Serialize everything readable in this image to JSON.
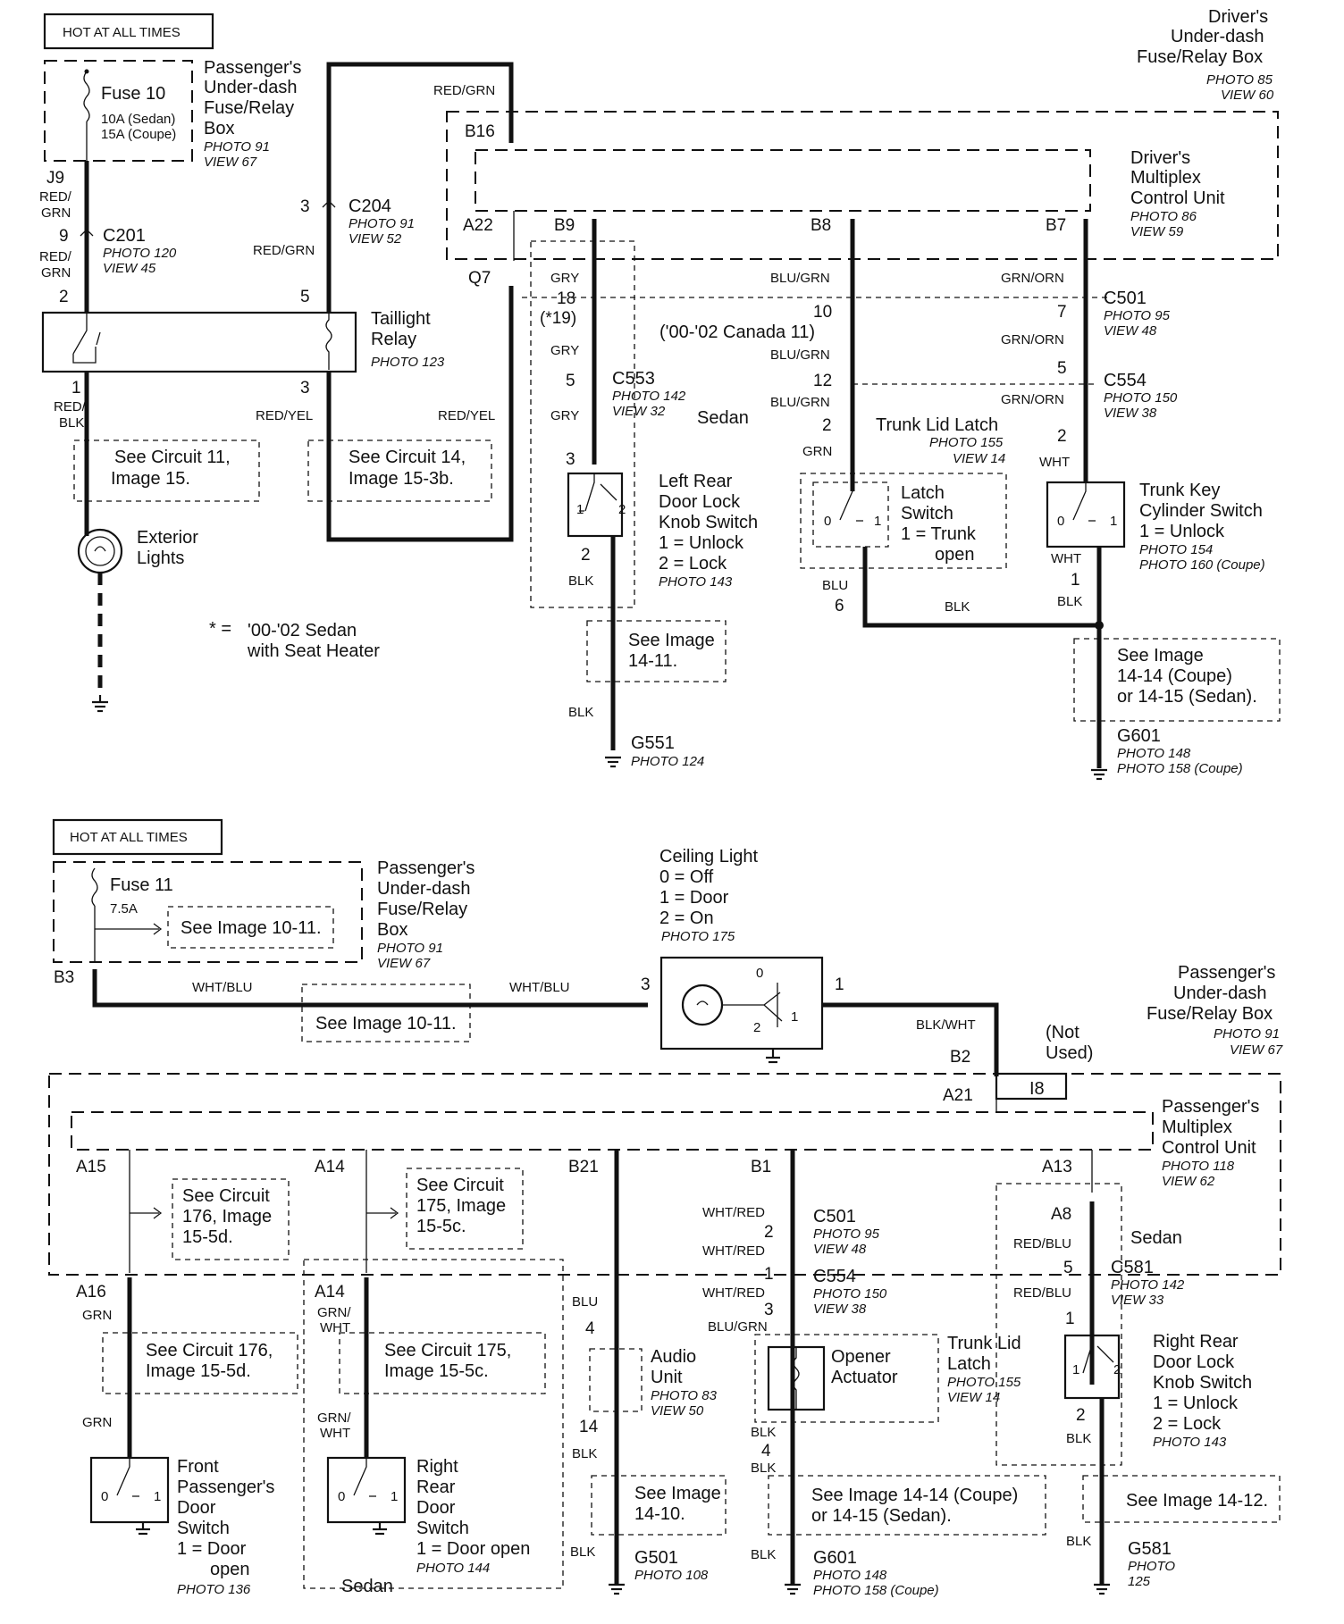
{
  "top": {
    "hot": "HOT AT ALL TIMES",
    "fuse": "Fuse 10",
    "fuse_rating1": "10A (Sedan)",
    "fuse_rating2": "15A (Coupe)",
    "pbox": [
      "Passenger's",
      "Under-dash",
      "Fuse/Relay",
      "Box"
    ],
    "pbox_photo": [
      "PHOTO 91",
      "VIEW 67"
    ],
    "dbox": [
      "Driver's",
      "Under-dash",
      "Fuse/Relay Box"
    ],
    "dbox_photo": [
      "PHOTO 85",
      "VIEW 60"
    ],
    "mcu": [
      "Driver's",
      "Multiplex",
      "Control Unit"
    ],
    "mcu_photo": [
      "PHOTO 86",
      "VIEW 59"
    ],
    "pins": {
      "j9": "J9",
      "nine": "9",
      "two": "2",
      "one": "1",
      "three": "3",
      "five": "5",
      "three_b": "3",
      "b16": "B16",
      "a22": "A22",
      "q7": "Q7",
      "b9": "B9",
      "b8": "B8",
      "b7": "B7"
    },
    "wires": {
      "red_grn_a": "RED/",
      "red_grn_b": "GRN",
      "red_grn": "RED/GRN",
      "red_blk_a": "RED/",
      "red_blk_b": "BLK",
      "red_yel": "RED/YEL",
      "gry": "GRY",
      "blu_grn": "BLU/GRN",
      "grn_orn": "GRN/ORN",
      "grn": "GRN",
      "wht": "WHT",
      "blk": "BLK",
      "blu": "BLU"
    },
    "c201": "C201",
    "c201_photo": [
      "PHOTO 120",
      "VIEW 45"
    ],
    "c204": "C204",
    "c204_photo": [
      "PHOTO 91",
      "VIEW 52"
    ],
    "relay": [
      "Taillight",
      "Relay"
    ],
    "relay_photo": "PHOTO 123",
    "see11": [
      "See Circuit 11,",
      "Image 15."
    ],
    "see14": [
      "See Circuit 14,",
      "Image 15-3b."
    ],
    "ext": [
      "Exterior",
      "Lights"
    ],
    "note_star": "* =",
    "note": [
      "'00-'02 Sedan",
      "with Seat Heater"
    ],
    "c553_pins": {
      "p18": "18",
      "p19": "(*19)",
      "p5": "5",
      "p3": "3",
      "p2": "2"
    },
    "c553": "C553",
    "c553_photo": [
      "PHOTO 142",
      "VIEW 32"
    ],
    "canada": "('00-'02 Canada 11)",
    "sedan": "Sedan",
    "lrdl": [
      "Left Rear",
      "Door Lock",
      "Knob Switch",
      "1 = Unlock",
      "2 = Lock"
    ],
    "lrdl_photo": "PHOTO 143",
    "see1411": [
      "See Image",
      "14-11."
    ],
    "g551": "G551",
    "g551_photo": "PHOTO 124",
    "c501_pins": {
      "p10": "10",
      "p7": "7",
      "p12": "12",
      "p5": "5",
      "p2": "2",
      "p2b": "2",
      "p6": "6",
      "p1": "1"
    },
    "c501": "C501",
    "c501_photo": [
      "PHOTO 95",
      "VIEW 48"
    ],
    "c554": "C554",
    "c554_photo": [
      "PHOTO 150",
      "VIEW 38"
    ],
    "tll": "Trunk Lid Latch",
    "tll_photo": [
      "PHOTO 155",
      "VIEW 14"
    ],
    "latch": [
      "Latch",
      "Switch",
      "1 = Trunk",
      "open"
    ],
    "tkc": [
      "Trunk Key",
      "Cylinder Switch",
      "1 = Unlock"
    ],
    "tkc_photo": [
      "PHOTO 154",
      "PHOTO 160 (Coupe)"
    ],
    "see1414": [
      "See Image",
      "14-14 (Coupe)",
      "or 14-15 (Sedan)."
    ],
    "g601": "G601",
    "g601_photo": [
      "PHOTO 148",
      "PHOTO 158 (Coupe)"
    ]
  },
  "bottom": {
    "hot": "HOT AT ALL TIMES",
    "fuse": "Fuse 11",
    "fuse_rating": "7.5A",
    "see1011a": "See Image 10-11.",
    "pbox": [
      "Passenger's",
      "Under-dash",
      "Fuse/Relay",
      "Box"
    ],
    "pbox_photo": [
      "PHOTO 91",
      "VIEW 67"
    ],
    "b3": "B3",
    "wht_blu": "WHT/BLU",
    "see1011b": "See Image 10-11.",
    "ceiling": [
      "Ceiling Light",
      "0 = Off",
      "1 = Door",
      "2 = On"
    ],
    "ceiling_photo": "PHOTO 175",
    "pbox2": [
      "Passenger's",
      "Under-dash",
      "Fuse/Relay Box"
    ],
    "pbox2_photo": [
      "PHOTO 91",
      "VIEW 67"
    ],
    "blk_wht": "BLK/WHT",
    "not_used": [
      "(Not",
      "Used)"
    ],
    "i8": "I8",
    "pins": {
      "p3": "3",
      "p1": "1",
      "b2": "B2",
      "a21": "A21",
      "a15": "A15",
      "a14": "A14",
      "b21": "B21",
      "b1": "B1",
      "a13": "A13",
      "a16": "A16",
      "a14b": "A14",
      "a8": "A8"
    },
    "pmcu": [
      "Passenger's",
      "Multiplex",
      "Control Unit"
    ],
    "pmcu_photo": [
      "PHOTO 118",
      "VIEW 62"
    ],
    "see176": [
      "See Circuit",
      "176, Image",
      "15-5d."
    ],
    "see175": [
      "See Circuit",
      "175, Image",
      "15-5c."
    ],
    "see176b": [
      "See Circuit 176,",
      "Image 15-5d."
    ],
    "see175b": [
      "See Circuit 175,",
      "Image 15-5c."
    ],
    "wires": {
      "grn": "GRN",
      "grn_wht_a": "GRN/",
      "grn_wht_b": "WHT",
      "blu": "BLU",
      "blk": "BLK",
      "wht_red": "WHT/RED",
      "blu_grn": "BLU/GRN",
      "red_blu": "RED/BLU"
    },
    "fpds": [
      "Front",
      "Passenger's",
      "Door",
      "Switch",
      "1 =  Door",
      "open"
    ],
    "fpds_photo": "PHOTO 136",
    "rrds": [
      "Right",
      "Rear",
      "Door",
      "Switch",
      "1 = Door open"
    ],
    "rrds_photo": "PHOTO 144",
    "sedan": "Sedan",
    "audio": [
      "Audio",
      "Unit"
    ],
    "audio_photo": [
      "PHOTO 83",
      "VIEW 50"
    ],
    "audio_pins": {
      "p4": "4",
      "p14": "14"
    },
    "see1410": [
      "See Image",
      "14-10."
    ],
    "g501": "G501",
    "g501_photo": "PHOTO 108",
    "c501": "C501",
    "c501_photo": [
      "PHOTO 95",
      "VIEW 48"
    ],
    "c554": "C554",
    "c554_photo": [
      "PHOTO 150",
      "VIEW 38"
    ],
    "conn_pins": {
      "p2": "2",
      "p1": "1",
      "p3": "3",
      "p4": "4"
    },
    "opener": [
      "Opener",
      "Actuator"
    ],
    "tll": [
      "Trunk Lid",
      "Latch"
    ],
    "tll_photo": [
      "PHOTO 155",
      "VIEW 14"
    ],
    "see1414": [
      "See Image 14-14 (Coupe)",
      "or 14-15 (Sedan)."
    ],
    "g601": "G601",
    "g601_photo": [
      "PHOTO 148",
      "PHOTO 158 (Coupe)"
    ],
    "c581": "C581",
    "c581_photo": [
      "PHOTO 142",
      "VIEW 33"
    ],
    "c581_pins": {
      "p5": "5",
      "p1": "1",
      "p2": "2"
    },
    "rrdl": [
      "Right Rear",
      "Door Lock",
      "Knob Switch",
      "1 = Unlock",
      "2 = Lock"
    ],
    "rrdl_photo": "PHOTO 143",
    "sedan2": "Sedan",
    "see1412": "See Image 14-12.",
    "g581": "G581",
    "g581_photo": [
      "PHOTO",
      "125"
    ]
  }
}
